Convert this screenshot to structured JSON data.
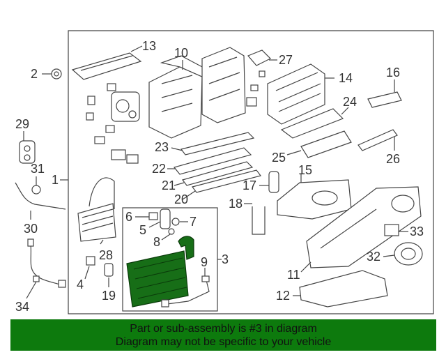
{
  "callouts": {
    "c1": "1",
    "c2": "2",
    "c3": "3",
    "c4": "4",
    "c5": "5",
    "c6": "6",
    "c7": "7",
    "c8": "8",
    "c9": "9",
    "c10": "10",
    "c11": "11",
    "c12": "12",
    "c13": "13",
    "c14": "14",
    "c15": "15",
    "c16": "16",
    "c17": "17",
    "c18": "18",
    "c19": "19",
    "c20": "20",
    "c21": "21",
    "c22": "22",
    "c23": "23",
    "c24": "24",
    "c25": "25",
    "c26": "26",
    "c27": "27",
    "c28": "28",
    "c29": "29",
    "c30": "30",
    "c31": "31",
    "c32": "32",
    "c33": "33",
    "c34": "34"
  },
  "highlight_color": "#176e17",
  "banner": {
    "line1": "Part or sub-assembly is #3 in diagram",
    "line2": "Diagram may not be specific to your vehicle",
    "background": "#0d7a0d"
  }
}
